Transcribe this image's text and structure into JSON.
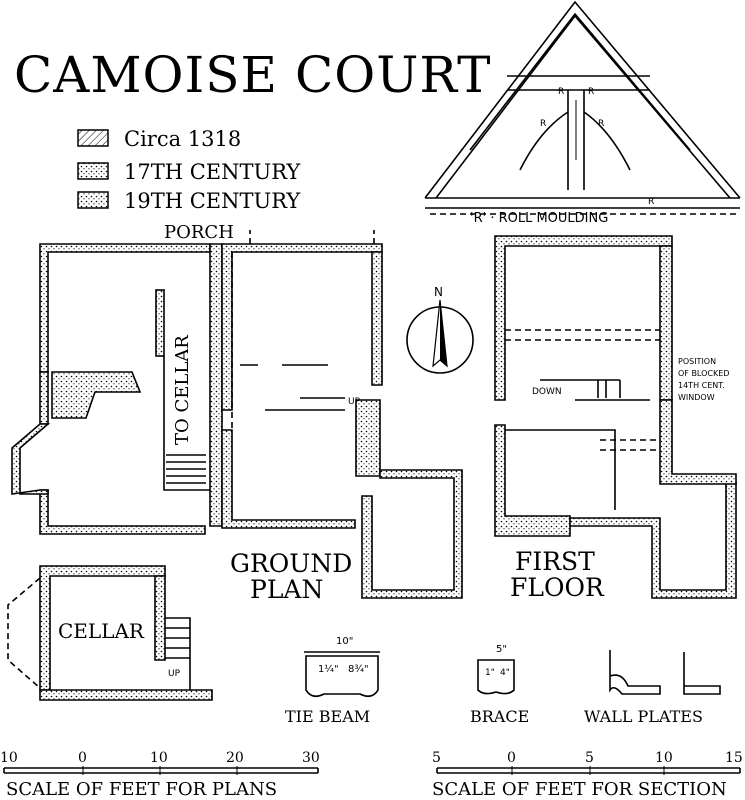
{
  "title": "CAMOISE COURT",
  "legend": [
    {
      "label": "Circa 1318",
      "pattern": "hatch"
    },
    {
      "label": "17TH CENTURY",
      "pattern": "stipple"
    },
    {
      "label": "19TH CENTURY",
      "pattern": "stipple"
    }
  ],
  "roof": {
    "caption": "'R' · ROLL MOULDING",
    "marks": [
      "R",
      "R",
      "R",
      "R",
      "R"
    ]
  },
  "plans": {
    "porch": "PORCH",
    "to_cellar": "TO CELLAR",
    "ground_title_1": "GROUND",
    "ground_title_2": "PLAN",
    "first_title_1": "FIRST",
    "first_title_2": "FLOOR",
    "cellar": "CELLAR",
    "up_label": "UP",
    "down_label": "DOWN",
    "north": "N",
    "window_note": [
      "POSITION",
      "OF BLOCKED",
      "14TH CENT.",
      "WINDOW"
    ]
  },
  "sections": {
    "tie_beam": {
      "label": "TIE BEAM",
      "width": "10\"",
      "parts": [
        "1¼\"",
        "8¾\""
      ]
    },
    "brace": {
      "label": "BRACE",
      "width": "5\"",
      "parts": [
        "1\"",
        "4\""
      ]
    },
    "wall_plates": {
      "label": "WALL PLATES"
    }
  },
  "scales": {
    "plans": {
      "label": "SCALE OF FEET FOR PLANS",
      "ticks": [
        "10",
        "0",
        "10",
        "20",
        "30"
      ]
    },
    "section": {
      "label": "SCALE OF FEET FOR SECTION",
      "ticks": [
        "5",
        "0",
        "5",
        "10",
        "15"
      ]
    }
  }
}
